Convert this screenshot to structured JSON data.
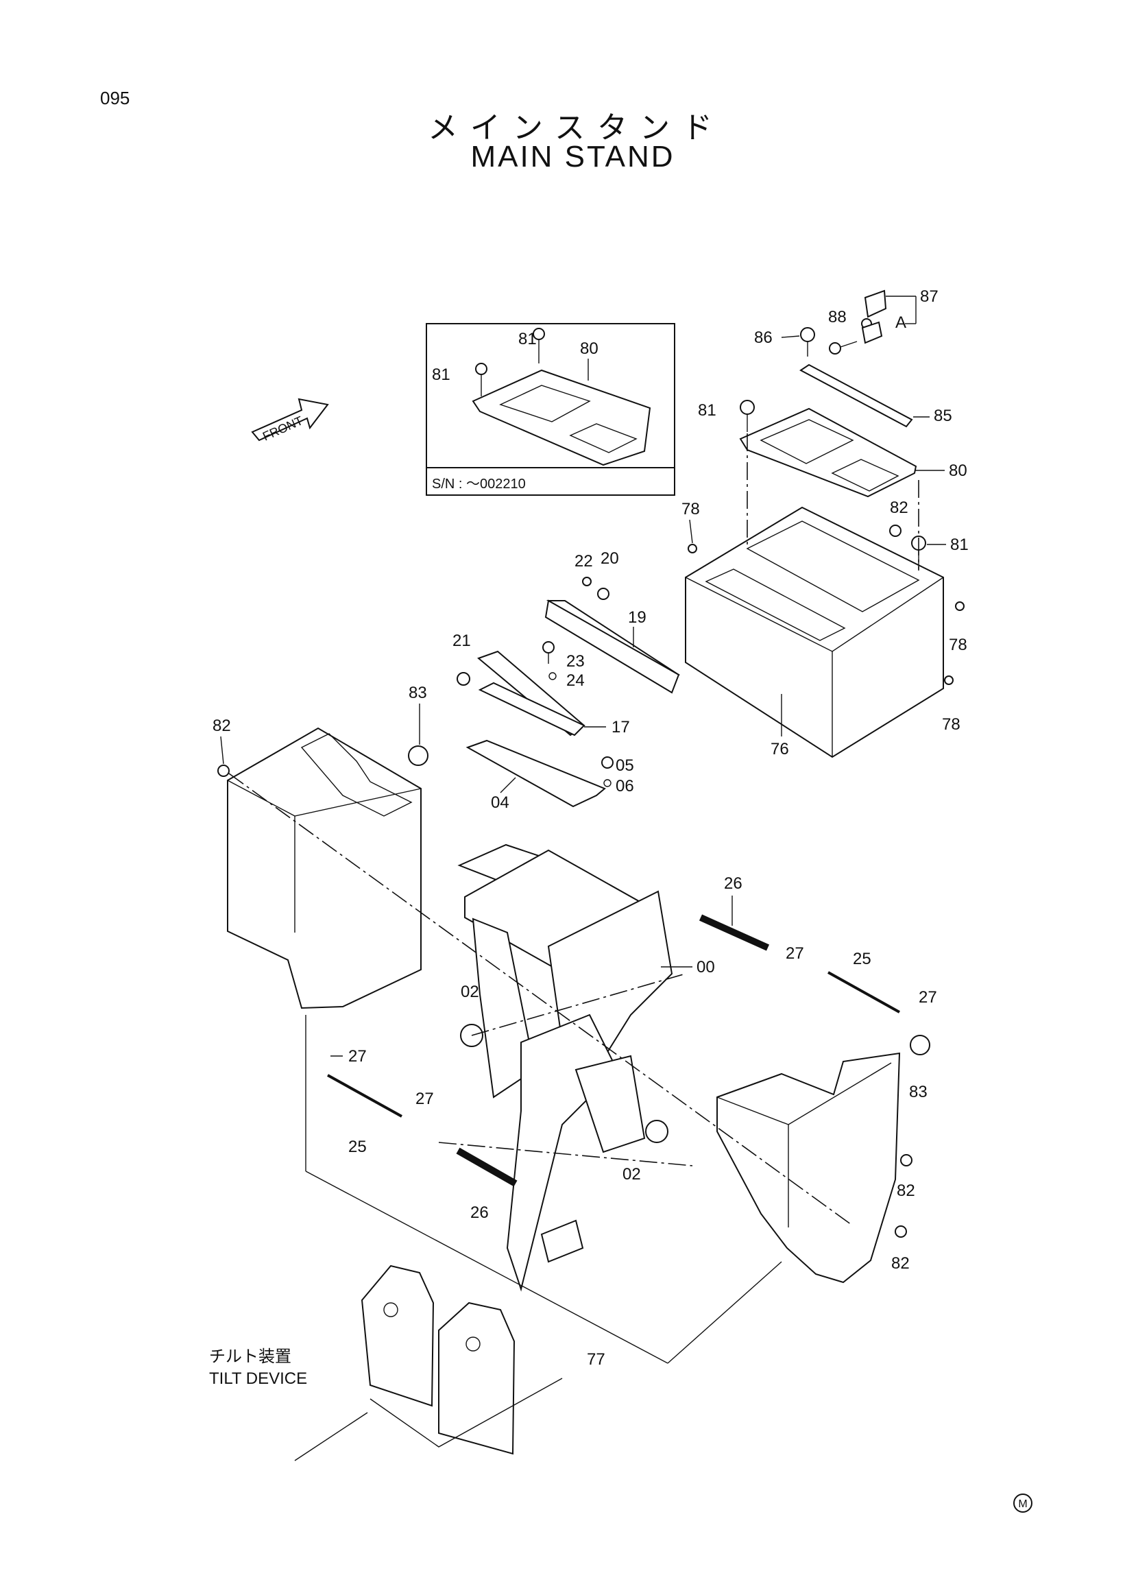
{
  "page_number": "095",
  "title_jp": "メインスタンド",
  "title_en": "MAIN STAND",
  "front_label": "FRONT",
  "inset_serial": "S/N : ～002210",
  "tilt_device": {
    "jp": "チルト装置",
    "en": "TILT DEVICE"
  },
  "marker": "M",
  "callouts": {
    "p87": "87",
    "pA": "A",
    "p88": "88",
    "p86": "86",
    "p85": "85",
    "p81_top": "81",
    "p80_top": "80",
    "p78_a": "78",
    "p82_top": "82",
    "p81_right": "81",
    "p78_b": "78",
    "p78_c": "78",
    "p76": "76",
    "inset_81a": "81",
    "inset_81b": "81",
    "inset_80": "80",
    "p22": "22",
    "p20": "20",
    "p19": "19",
    "p21": "21",
    "p23": "23",
    "p24": "24",
    "p17": "17",
    "p05": "05",
    "p06": "06",
    "p04": "04",
    "p83_left": "83",
    "p82_left": "82",
    "p26_top": "26",
    "p00": "00",
    "p27_a": "27",
    "p25_top": "25",
    "p27_b": "27",
    "p02_top": "02",
    "p27_c": "27",
    "p27_d": "27",
    "p25_bot": "25",
    "p26_bot": "26",
    "p02_bot": "02",
    "p83_right": "83",
    "p82_r1": "82",
    "p82_r2": "82",
    "p77": "77"
  }
}
